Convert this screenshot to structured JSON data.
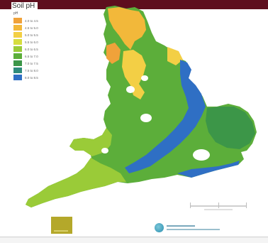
{
  "map": {
    "title": "Soil pH",
    "legend_unit": "pH",
    "legend": [
      {
        "label": "4.0 to 4.5",
        "color": "#f0a23a"
      },
      {
        "label": "4.5 to 5.0",
        "color": "#f2b83a"
      },
      {
        "label": "5.0 to 5.5",
        "color": "#f3cf45"
      },
      {
        "label": "5.5 to 6.0",
        "color": "#d6dd3e"
      },
      {
        "label": "6.0 to 6.5",
        "color": "#9acb38"
      },
      {
        "label": "6.5 to 7.0",
        "color": "#5cae3a"
      },
      {
        "label": "7.0 to 7.5",
        "color": "#3c9648"
      },
      {
        "label": "7.5 to 8.0",
        "color": "#2f8b7c"
      },
      {
        "label": "8.0 to 8.5",
        "color": "#2f6fc4"
      }
    ],
    "region_colors": {
      "base": "#5cae3a",
      "south_west": "#9acb38",
      "north_upland": "#f2b83a",
      "chalk_band": "#2f6fc4",
      "east": "#3c9648",
      "urban": "#ffffff"
    }
  }
}
